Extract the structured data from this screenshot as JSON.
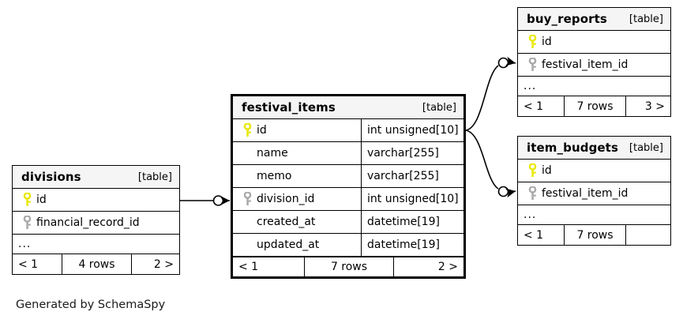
{
  "diagram": {
    "caption": "Generated by SchemaSpy",
    "table_tag": "[table]",
    "ellipsis": "...",
    "pk_icon": "key-icon-primary",
    "fk_icon": "key-icon-foreign",
    "pk_color": "#e8e800",
    "fk_color": "#a8a8a8",
    "line_color": "#000000",
    "header_bg": "#f5f5f5",
    "border_color": "#000000"
  },
  "tables": {
    "festival_items": {
      "name": "festival_items",
      "tag": "[table]",
      "emphasis": true,
      "columns": [
        {
          "key": "pk",
          "name": "id",
          "type": "int unsigned[10]"
        },
        {
          "key": "",
          "name": "name",
          "type": "varchar[255]"
        },
        {
          "key": "",
          "name": "memo",
          "type": "varchar[255]"
        },
        {
          "key": "fk",
          "name": "division_id",
          "type": "int unsigned[10]"
        },
        {
          "key": "",
          "name": "created_at",
          "type": "datetime[19]"
        },
        {
          "key": "",
          "name": "updated_at",
          "type": "datetime[19]"
        }
      ],
      "footer": {
        "prev": "< 1",
        "rows": "7 rows",
        "next": "2 >"
      }
    },
    "divisions": {
      "name": "divisions",
      "tag": "[table]",
      "emphasis": false,
      "columns": [
        {
          "key": "pk",
          "name": "id",
          "type": ""
        },
        {
          "key": "fk",
          "name": "financial_record_id",
          "type": ""
        }
      ],
      "ellipsis": "...",
      "footer": {
        "prev": "< 1",
        "rows": "4 rows",
        "next": "2 >"
      }
    },
    "buy_reports": {
      "name": "buy_reports",
      "tag": "[table]",
      "emphasis": false,
      "columns": [
        {
          "key": "pk",
          "name": "id",
          "type": ""
        },
        {
          "key": "fk",
          "name": "festival_item_id",
          "type": ""
        }
      ],
      "ellipsis": "...",
      "footer": {
        "prev": "< 1",
        "rows": "7 rows",
        "next": "3 >"
      }
    },
    "item_budgets": {
      "name": "item_budgets",
      "tag": "[table]",
      "emphasis": false,
      "columns": [
        {
          "key": "pk",
          "name": "id",
          "type": ""
        },
        {
          "key": "fk",
          "name": "festival_item_id",
          "type": ""
        }
      ],
      "ellipsis": "...",
      "footer": {
        "prev": "< 1",
        "rows": "7 rows",
        "next": ""
      }
    }
  },
  "relationships": [
    {
      "from": "divisions.id",
      "to": "festival_items.division_id"
    },
    {
      "from": "festival_items.id",
      "to": "buy_reports.festival_item_id"
    },
    {
      "from": "festival_items.id",
      "to": "item_budgets.festival_item_id"
    }
  ]
}
